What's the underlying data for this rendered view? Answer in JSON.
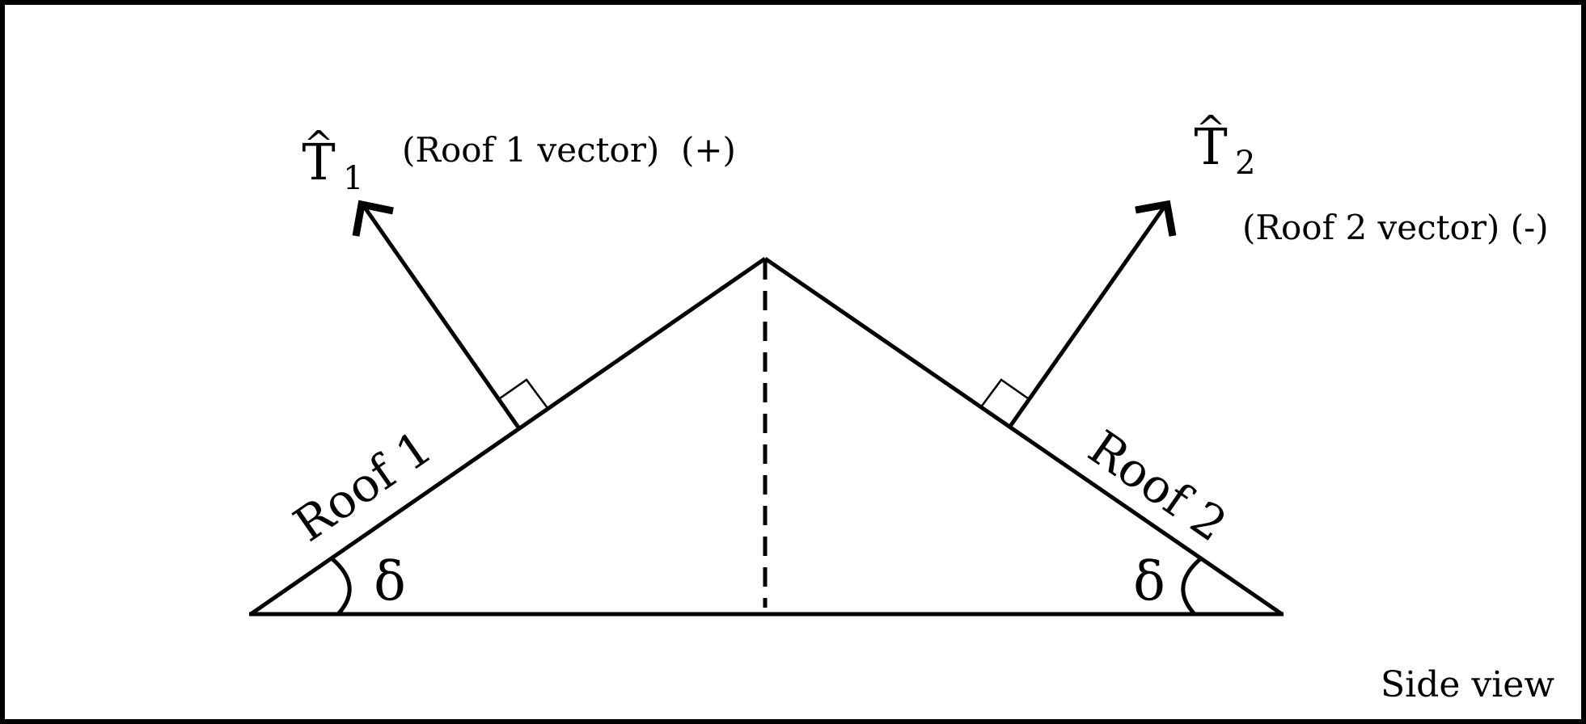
{
  "roof1_label": "Roof 1",
  "roof2_label": "Roof 2",
  "angle_symbol": "δ",
  "t1": {
    "hat": "^",
    "letter": "T",
    "sub": "1"
  },
  "t2": {
    "hat": "^",
    "letter": "T",
    "sub": "2"
  },
  "roof1_vector_label": "(Roof 1 vector)  (+)",
  "roof2_vector_label": "(Roof 2 vector) (-)",
  "view_label": "Side view",
  "colors": {
    "ink": "#000000",
    "background": "#ffffff"
  }
}
